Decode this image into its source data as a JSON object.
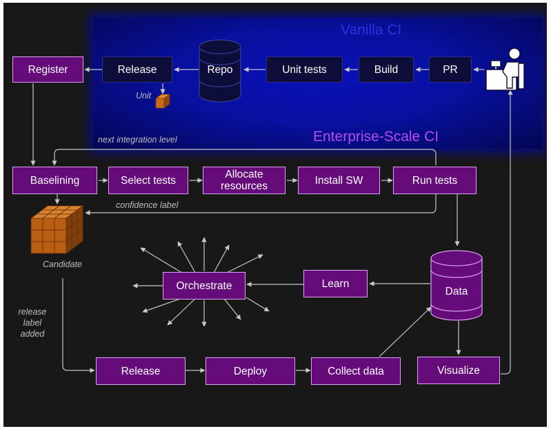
{
  "titles": {
    "vanilla": "Vanilla CI",
    "enterprise": "Enterprise-Scale CI"
  },
  "colors": {
    "vanilla_title": "#2b30e0",
    "enterprise_title": "#b54df2",
    "node_fill": "#650b7a",
    "node_border": "#d9a6ef",
    "vanilla_node_fill": "#0d0d3a",
    "canvas": "#181818",
    "vanilla_panel": "#0810a0",
    "connector": "#c8c8c8"
  },
  "vanilla": {
    "developer_icon": "developer-at-desk-icon",
    "pr": "PR",
    "build": "Build",
    "unit_tests": "Unit tests",
    "repo": "Repo",
    "release": "Release",
    "unit_label": "Unit"
  },
  "register": "Register",
  "pipeline": {
    "baselining": "Baselining",
    "select_tests": "Select tests",
    "allocate_resources": "Allocate resources",
    "install_sw": "Install SW",
    "run_tests": "Run tests"
  },
  "annotations": {
    "next_integration_level": "next integration level",
    "confidence_label": "confidence label",
    "candidate": "Candidate",
    "release_label_added": "release\nlabel\nadded"
  },
  "analytics": {
    "orchestrate": "Orchestrate",
    "learn": "Learn",
    "data": "Data",
    "visualize": "Visualize"
  },
  "delivery": {
    "release": "Release",
    "deploy": "Deploy",
    "collect_data": "Collect data"
  }
}
